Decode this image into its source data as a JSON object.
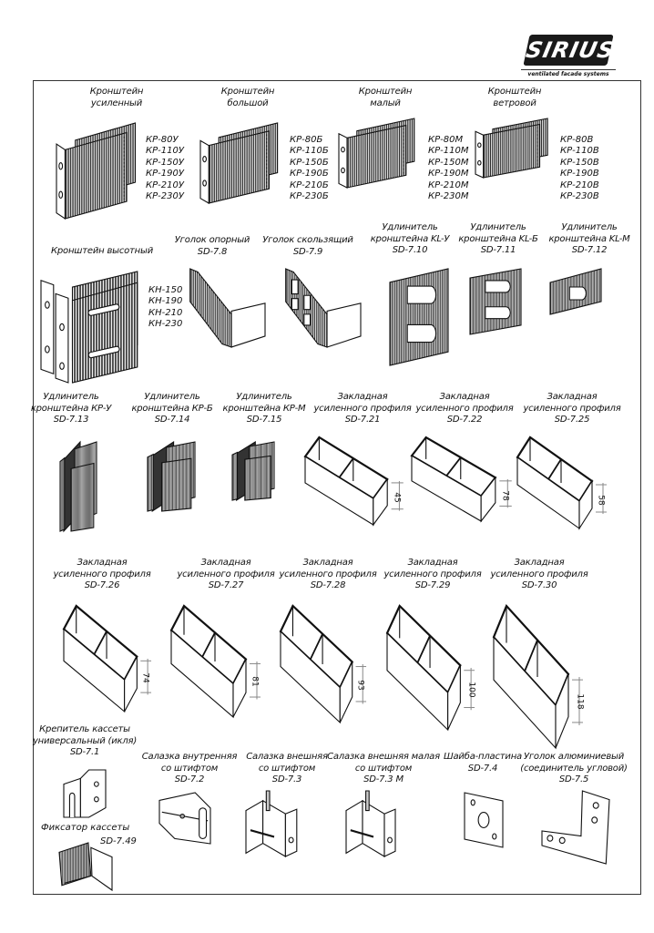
{
  "header": {
    "logo_text": "SIRIUS",
    "logo_tagline": "ventilated facade systems"
  },
  "items": [
    {
      "title": [
        "Кронштейн",
        "усиленный"
      ],
      "codes": [
        "КР-80У",
        "КР-110У",
        "КР-150У",
        "КР-190У",
        "КР-210У",
        "КР-230У"
      ]
    },
    {
      "title": [
        "Кронштейн",
        "большой"
      ],
      "codes": [
        "КР-80Б",
        "КР-110Б",
        "КР-150Б",
        "КР-190Б",
        "КР-210Б",
        "КР-230Б"
      ]
    },
    {
      "title": [
        "Кронштейн",
        "малый"
      ],
      "codes": [
        "КР-80М",
        "КР-110М",
        "КР-150М",
        "КР-190М",
        "КР-210М",
        "КР-230М"
      ]
    },
    {
      "title": [
        "Кронштейн",
        "ветровой"
      ],
      "codes": [
        "КР-80В",
        "КР-110В",
        "КР-150В",
        "КР-190В",
        "КР-210В",
        "КР-230В"
      ]
    },
    {
      "title": [
        "Кронштейн высотный"
      ],
      "codes": [
        "КН-150",
        "КН-190",
        "КН-210",
        "КН-230"
      ]
    },
    {
      "title": [
        "Уголок опорный",
        "SD-7.8"
      ]
    },
    {
      "title": [
        "Уголок скользящий",
        "SD-7.9"
      ]
    },
    {
      "title": [
        "Удлинитель",
        "кронштейна KL-У",
        "SD-7.10"
      ]
    },
    {
      "title": [
        "Удлинитель",
        "кронштейна KL-Б",
        "SD-7.11"
      ]
    },
    {
      "title": [
        "Удлинитель",
        "кронштейна KL-М",
        "SD-7.12"
      ]
    },
    {
      "title": [
        "Удлинитель",
        "кронштейна КР-У",
        "SD-7.13"
      ]
    },
    {
      "title": [
        "Удлинитель",
        "кронштейна КР-Б",
        "SD-7.14"
      ]
    },
    {
      "title": [
        "Удлинитель",
        "кронштейна КР-М",
        "SD-7.15"
      ]
    },
    {
      "title": [
        "Закладная",
        "усиленного профиля",
        "SD-7.21"
      ],
      "dim": "45"
    },
    {
      "title": [
        "Закладная",
        "усиленного профиля",
        "SD-7.22"
      ],
      "dim": "78"
    },
    {
      "title": [
        "Закладная",
        "усиленного профиля",
        "SD-7.25"
      ],
      "dim": "58"
    },
    {
      "title": [
        "Закладная",
        "усиленного профиля",
        "SD-7.26"
      ],
      "dim": "74"
    },
    {
      "title": [
        "Закладная",
        "усиленного профиля",
        "SD-7.27"
      ],
      "dim": "81"
    },
    {
      "title": [
        "Закладная",
        "усиленного профиля",
        "SD-7.28"
      ],
      "dim": "93"
    },
    {
      "title": [
        "Закладная",
        "усиленного профиля",
        "SD-7.29"
      ],
      "dim": "100"
    },
    {
      "title": [
        "Закладная",
        "усиленного профиля",
        "SD-7.30"
      ],
      "dim": "118"
    },
    {
      "title": [
        "Крепитель кассеты",
        "универсальный (икля)",
        "SD-7.1"
      ]
    },
    {
      "title": [
        "Салазка внутренняя",
        "со штифтом",
        "SD-7.2"
      ]
    },
    {
      "title": [
        "Салазка внешняя",
        "со штифтом",
        "SD-7.3"
      ]
    },
    {
      "title": [
        "Салазка внешняя малая",
        "со штифтом",
        "SD-7.3 М"
      ]
    },
    {
      "title": [
        "Шайба-пластина",
        "SD-7.4"
      ]
    },
    {
      "title": [
        "Уголок алюминиевый",
        "(соединитель угловой)",
        "SD-7.5"
      ]
    },
    {
      "title": [
        "Фиксатор кассеты"
      ],
      "code": "SD-7.49"
    }
  ]
}
